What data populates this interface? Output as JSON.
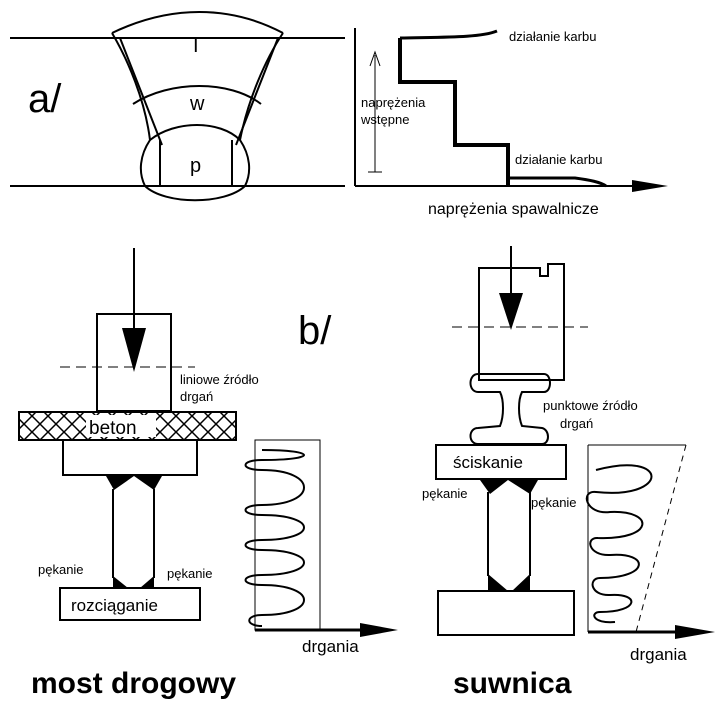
{
  "part_a": {
    "marker": "a/",
    "zone_top": "I",
    "zone_middle": "w",
    "zone_bottom": "p",
    "notch_effect_top": "działanie karbu",
    "notch_effect_bottom": "działanie karbu",
    "prestress_line1": "naprężenia",
    "prestress_line2": "wstępne",
    "welding_stress": "naprężenia spawalnicze"
  },
  "part_b": {
    "marker": "b/",
    "bridge": {
      "source_line1": "liniowe źródło",
      "source_line2": "drgań",
      "slab": "beton",
      "crack_left": "pękanie",
      "crack_right": "pękanie",
      "load": "rozciąganie",
      "vibration": "drgania",
      "title": "most drogowy"
    },
    "crane": {
      "source_line1": "punktowe źródło",
      "source_line2": "drgań",
      "load": "ściskanie",
      "crack_left": "pękanie",
      "crack_right": "pękanie",
      "vibration": "drgania",
      "title": "suwnica"
    }
  }
}
